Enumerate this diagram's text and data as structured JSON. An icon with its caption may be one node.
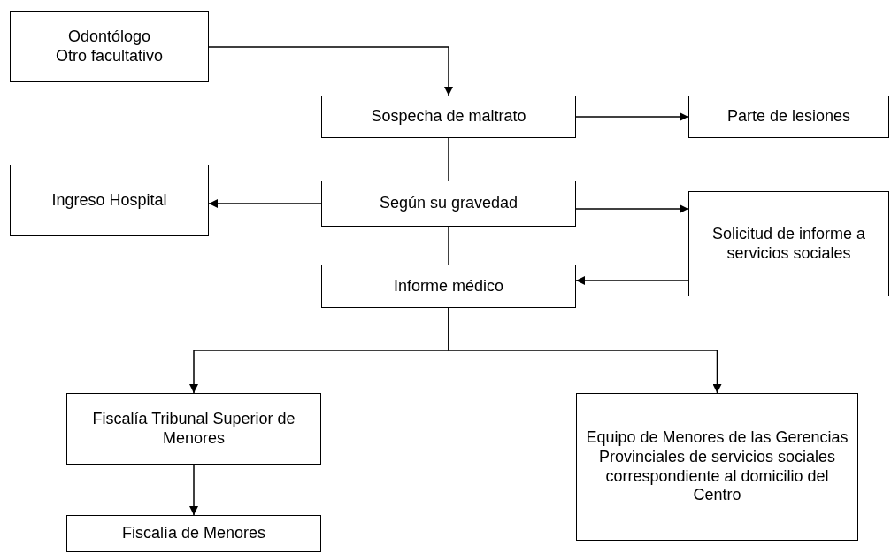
{
  "diagram": {
    "nodes": [
      {
        "text": [
          "Odontólogo",
          "Otro facultativo"
        ]
      },
      {
        "text": [
          "Sospecha de maltrato"
        ]
      },
      {
        "text": [
          "Parte de lesiones"
        ]
      },
      {
        "text": [
          "Ingreso Hospital"
        ]
      },
      {
        "text": [
          "Según su gravedad"
        ]
      },
      {
        "text": [
          "Solicitud de informe a servicios sociales"
        ]
      },
      {
        "text": [
          "Informe médico"
        ]
      },
      {
        "text": [
          "Fiscalía Tribunal Superior de Menores"
        ]
      },
      {
        "text": [
          "Equipo de Menores de las Gerencias Provinciales de servicios sociales correspondiente al domicilio del Centro"
        ]
      },
      {
        "text": [
          "Fiscalía de Menores"
        ]
      }
    ],
    "edges": [
      {
        "from": 0,
        "to": 1,
        "arrow": "to"
      },
      {
        "from": 1,
        "to": 2,
        "arrow": "to"
      },
      {
        "from": 1,
        "to": 4,
        "arrow": "none"
      },
      {
        "from": 4,
        "to": 3,
        "arrow": "to"
      },
      {
        "from": 4,
        "to": 5,
        "arrow": "to"
      },
      {
        "from": 4,
        "to": 6,
        "arrow": "none"
      },
      {
        "from": 5,
        "to": 6,
        "arrow": "to"
      },
      {
        "from": 6,
        "to": 7,
        "arrow": "to"
      },
      {
        "from": 6,
        "to": 8,
        "arrow": "to"
      },
      {
        "from": 7,
        "to": 9,
        "arrow": "to"
      }
    ]
  }
}
